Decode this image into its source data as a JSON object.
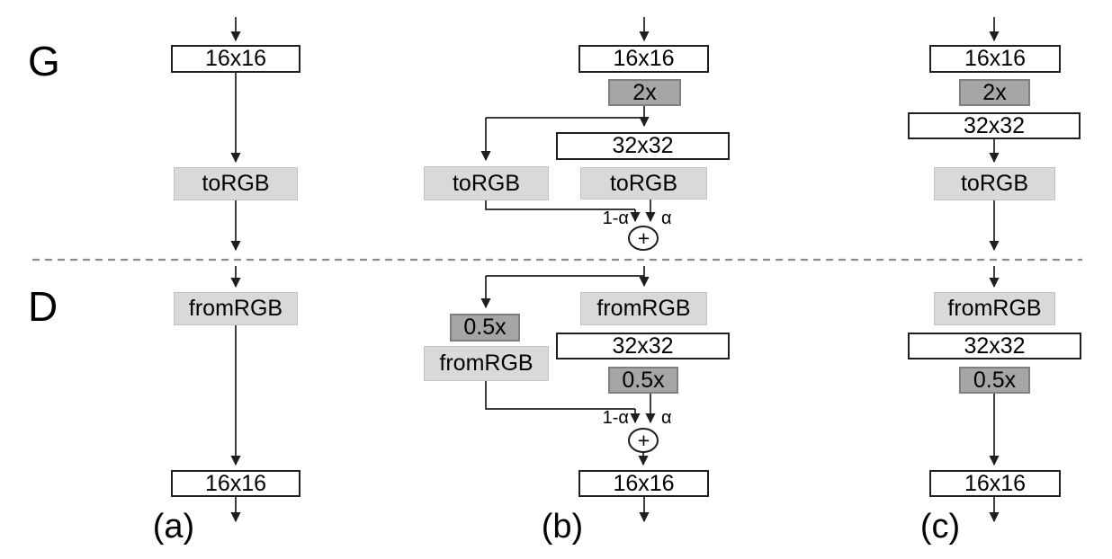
{
  "rows": {
    "generator_label": "G",
    "discriminator_label": "D"
  },
  "panels": {
    "a": {
      "caption": "(a)",
      "g": {
        "block16": "16x16",
        "torgb": "toRGB"
      },
      "d": {
        "fromrgb": "fromRGB",
        "block16": "16x16"
      }
    },
    "b": {
      "caption": "(b)",
      "g": {
        "block16": "16x16",
        "upsample": "2x",
        "block32": "32x32",
        "torgb_old": "toRGB",
        "torgb_new": "toRGB",
        "weight_old": "1-α",
        "weight_new": "α",
        "sum": "+"
      },
      "d": {
        "downsample_old": "0.5x",
        "fromrgb_old": "fromRGB",
        "fromrgb_new": "fromRGB",
        "block32": "32x32",
        "downsample_new": "0.5x",
        "weight_old": "1-α",
        "weight_new": "α",
        "sum": "+",
        "block16": "16x16"
      }
    },
    "c": {
      "caption": "(c)",
      "g": {
        "block16": "16x16",
        "upsample": "2x",
        "block32": "32x32",
        "torgb": "toRGB"
      },
      "d": {
        "fromrgb": "fromRGB",
        "block32": "32x32",
        "downsample": "0.5x",
        "block16": "16x16"
      }
    }
  },
  "colors": {
    "background": "#ffffff",
    "white_box_fill": "#ffffff",
    "white_box_border": "#1f1f1f",
    "light_box_fill": "#d9d9d9",
    "light_box_border": "#c3c3c3",
    "dark_box_fill": "#a6a6a6",
    "dark_box_border": "#7f7f7f",
    "line": "#1f1f1f",
    "divider": "#8c8c8c",
    "text": "#000000"
  }
}
